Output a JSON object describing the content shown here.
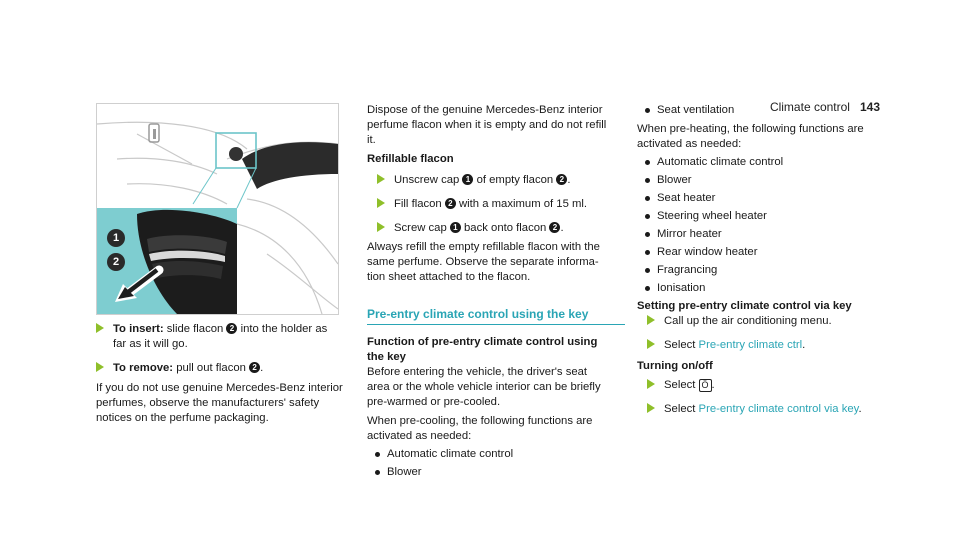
{
  "header": {
    "title": "Climate control",
    "page": "143"
  },
  "figure": {
    "callouts": [
      "1",
      "2"
    ],
    "accent_color": "#6cc5c9"
  },
  "col1": {
    "step1_label": "To insert:",
    "step1_a": " slide flacon ",
    "step1_b": " into the holder as",
    "step1_c": "far as it will go.",
    "step2_label": "To remove:",
    "step2_a": " pull out flacon ",
    "step2_b": ".",
    "para": [
      "If you do not use genuine Mercedes-Benz interior",
      "perfumes, observe the manufacturers' safety",
      "notices on the perfume packaging."
    ]
  },
  "col2": {
    "intro": [
      "Dispose of the genuine Mercedes-Benz interior",
      "perfume flacon when it is empty and do not refill",
      "it."
    ],
    "refillable_heading": "Refillable flacon",
    "s1a": "Unscrew cap ",
    "s1b": " of empty flacon ",
    "s1c": ".",
    "s2a": "Fill flacon ",
    "s2b": " with a maximum of 15 ml.",
    "s3a": "Screw cap ",
    "s3b": " back onto flacon ",
    "s3c": ".",
    "always": [
      "Always refill the empty refillable flacon with the",
      "same perfume. Observe the separate informa-",
      "tion sheet attached to the flacon."
    ],
    "section_heading": "Pre-entry climate control using the key",
    "function_heading": [
      "Function of pre-entry climate control using",
      "the key"
    ],
    "function_text": [
      "Before entering the vehicle, the driver's seat",
      "area or the whole vehicle interior can be briefly",
      "pre-warmed or pre-cooled."
    ],
    "cooling_text": [
      "When pre-cooling, the following functions are",
      "activated as needed:"
    ],
    "bullets": [
      "Automatic climate control",
      "Blower"
    ]
  },
  "col3": {
    "bullet_top": "Seat ventilation",
    "heating_text": [
      "When pre-heating, the following functions are",
      "activated as needed:"
    ],
    "bullets": [
      "Automatic climate control",
      "Blower",
      "Seat heater",
      "Steering wheel heater",
      "Mirror heater",
      "Rear window heater",
      "Fragrancing",
      "Ionisation"
    ],
    "setting_heading": "Setting pre-entry climate control via key",
    "s1": "Call up the air conditioning menu.",
    "s2a": "Select ",
    "s2_link": "Pre-entry climate ctrl",
    "s2b": ".",
    "turning_heading": "Turning on/off",
    "s3a": "Select ",
    "s3_icon": "Ö",
    "s3b": ".",
    "s4a": "Select ",
    "s4_link": "Pre-entry climate control via key",
    "s4b": "."
  }
}
